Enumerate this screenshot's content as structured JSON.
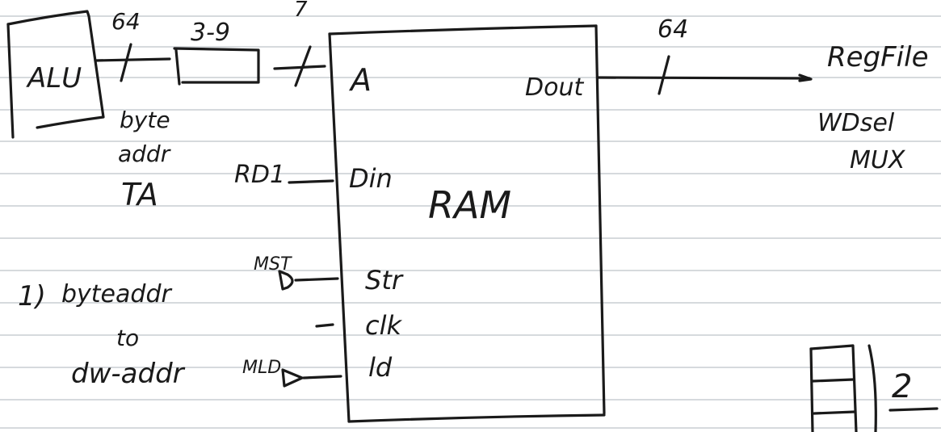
{
  "notebook": {
    "line_color": "#c9cdd2",
    "ink_color": "#1a1a1a"
  },
  "alu": {
    "label": "ALU"
  },
  "bus_alu_width": "64",
  "bit_range": "3-9",
  "bus_addr_width": "7",
  "ram": {
    "label": "RAM",
    "ports": {
      "addr": "A",
      "din": "Din",
      "str": "Str",
      "clk": "clk",
      "ld": "ld",
      "dout": "Dout"
    }
  },
  "bus_dout_width": "64",
  "destination": {
    "line1": "RegFile",
    "line2": "WDsel",
    "line3": "MUX"
  },
  "annotations": {
    "byte_addr_1": "byte",
    "byte_addr_2": "addr",
    "byte_addr_3": "TA",
    "rd1": "RD1",
    "mst": "MST",
    "mld": "MLD",
    "step1_num": "1)",
    "step1_a": "byteaddr",
    "step1_b": "to",
    "step1_c": "dw-addr",
    "stack_num": "2"
  }
}
